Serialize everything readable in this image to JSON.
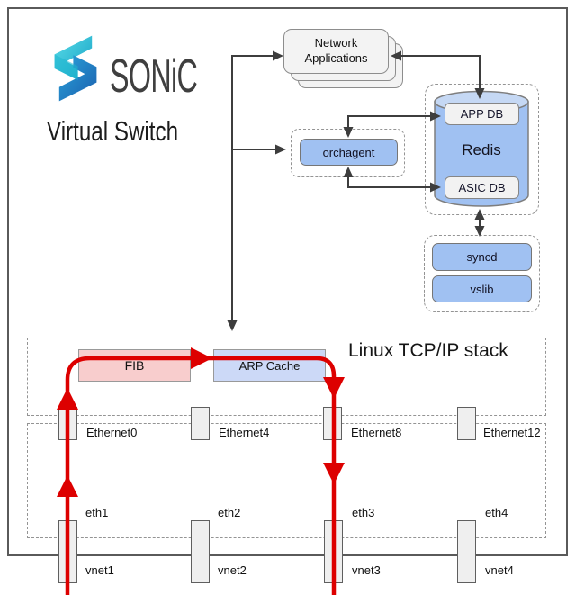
{
  "brand": {
    "logo_text": "SONiC",
    "subtitle": "Virtual Switch"
  },
  "apps": {
    "network_applications": "Network Applications"
  },
  "agents": {
    "orchagent": "orchagent"
  },
  "redis": {
    "title": "Redis",
    "app_db": "APP DB",
    "asic_db": "ASIC DB"
  },
  "sync": {
    "syncd": "syncd",
    "vslib": "vslib"
  },
  "linux_stack": {
    "title": "Linux TCP/IP stack",
    "fib": "FIB",
    "arp_cache": "ARP Cache",
    "ethernet_ports": [
      "Ethernet0",
      "Ethernet4",
      "Ethernet8",
      "Ethernet12"
    ]
  },
  "host_interfaces": {
    "eth": [
      "eth1",
      "eth2",
      "eth3",
      "eth4"
    ],
    "vnet": [
      "vnet1",
      "vnet2",
      "vnet3",
      "vnet4"
    ]
  },
  "colors": {
    "box_blue": "#a0c1f2",
    "cylinder_top": "#c5d8f4",
    "box_gray": "#f3f3f3",
    "fib_pink": "#f8cdcd",
    "arp_blue": "#ccd9f7",
    "arrow_dark": "#3d3d3d",
    "flow_red": "#dd0000",
    "logo_cyan": "#45c6dc",
    "logo_blue": "#1d71b8"
  }
}
